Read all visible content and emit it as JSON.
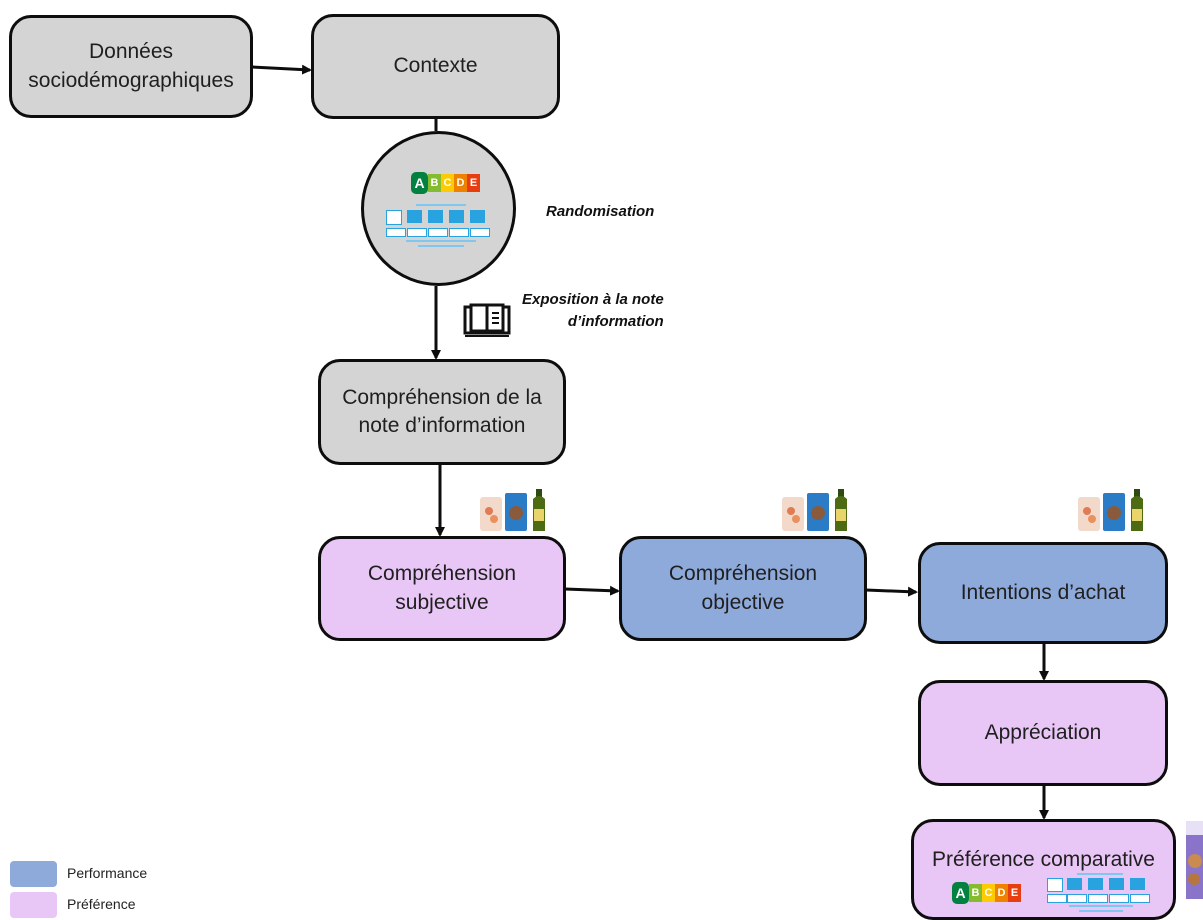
{
  "nodes": {
    "donnees": "Données\nsociodémographiques",
    "contexte": "Contexte",
    "comprehension_note": "Compréhension de la\nnote d’information",
    "comprehension_subjective": "Compréhension\nsubjective",
    "comprehension_objective": "Compréhension\nobjective",
    "intentions": "Intentions d’achat",
    "appreciation": "Appréciation",
    "preference_comparative": "Préférence comparative"
  },
  "annotations": {
    "randomisation": "Randomisation",
    "exposition": "Exposition à la note\nd’information"
  },
  "nutriscore_letters": [
    "A",
    "B",
    "C",
    "D",
    "E"
  ],
  "legend": [
    {
      "label": "Performance",
      "color": "#8eaadb"
    },
    {
      "label": "Préférence",
      "color": "#e8c6f5"
    }
  ],
  "colors": {
    "context": "#d4d4d4",
    "performance": "#8eaadb",
    "preference": "#e8c6f5",
    "nutriscore": [
      "#038141",
      "#85bb2f",
      "#fecb02",
      "#ee8100",
      "#e63e11"
    ]
  },
  "icons": [
    "nutriscore-label-icon",
    "reference-intake-label-icon",
    "book-icon",
    "product-images-icon"
  ]
}
